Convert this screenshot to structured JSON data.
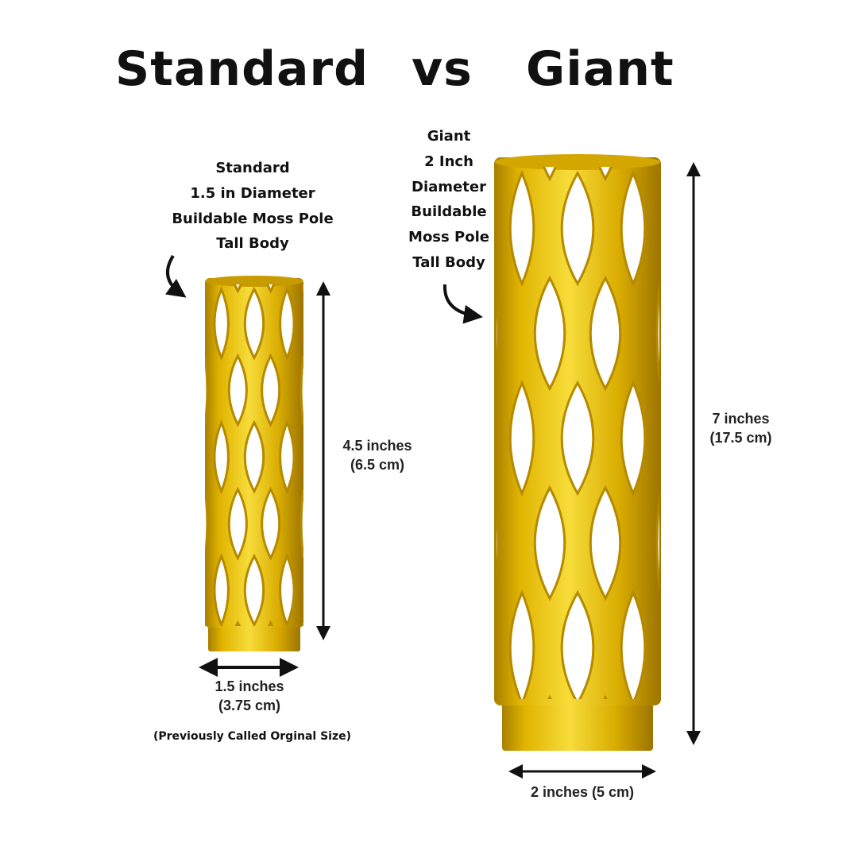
{
  "title": {
    "left": "Standard",
    "vs": "vs",
    "right": "Giant"
  },
  "standard": {
    "label_lines": [
      "Standard",
      "1.5 in Diameter",
      "Buildable Moss Pole",
      "Tall Body"
    ],
    "height_label": "4.5 inches",
    "height_label_metric": "(6.5 cm)",
    "width_label": "1.5 inches",
    "width_label_metric": "(3.75 cm)",
    "note": "(Previously Called Orginal Size)"
  },
  "giant": {
    "label_lines": [
      "Giant",
      "2 Inch",
      "Diameter",
      "Buildable",
      "Moss Pole",
      "Tall Body"
    ],
    "height_label": "7 inches",
    "height_label_metric": "(17.5 cm)",
    "width_label": "2 inches (5 cm)"
  },
  "colors": {
    "gold": "#e0b400",
    "gold_dark": "#a87f00",
    "gold_light": "#f7dc3a",
    "text": "#111111"
  }
}
